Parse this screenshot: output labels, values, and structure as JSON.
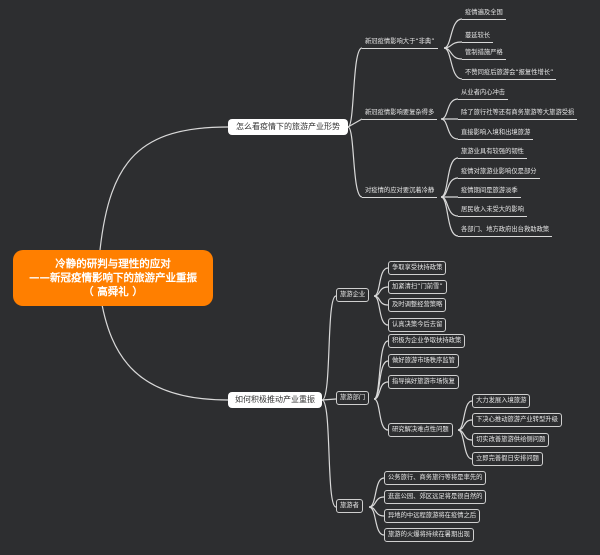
{
  "root": {
    "line1": "冷静的研判与理性的应对",
    "line2": "——新冠疫情影响下的旅游产业重振",
    "line3": "（ 高舜礼 ）",
    "color": "#ff7f00"
  },
  "branch1": {
    "title": "怎么看疫情下的旅游产业形势",
    "groups": [
      {
        "label": "新冠疫情影响大于“非典”",
        "items": [
          "疫情遍及全国",
          "蔓延较长",
          "管制措施严格",
          "不赞同疫后旅游会“报复性增长”"
        ]
      },
      {
        "label": "新冠疫情影响要复杂得多",
        "items": [
          "从业者内心冲击",
          "除了旅行社等还有商务旅游等大旅游受损",
          "直接影响入境和出境旅游"
        ]
      },
      {
        "label": "对疫情的应对要沉着冷静",
        "items": [
          "旅游业具有较强的韧性",
          "疫情对旅游业影响仅是部分",
          "疫情期间是旅游淡季",
          "居民收入未受大的影响",
          "各部门、地方政府出台救助政策"
        ]
      }
    ]
  },
  "branch2": {
    "title": "如何积极推动产业重振",
    "groups": [
      {
        "label": "旅游企业",
        "items": [
          "争取享受扶持政策",
          "加紧清扫“门前雪”",
          "及时调整经营策略",
          "认真决策今后去留"
        ]
      },
      {
        "label": "旅游部门",
        "items": [
          "积极为企业争取扶持政策",
          "做好旅游市场秩序监管",
          "指导搞好旅游市场恢复"
        ],
        "sub": {
          "label": "研究解决难点性问题",
          "items": [
            "大力发展入境旅游",
            "下决心推动旅游产业转型升级",
            "切实改善旅游供给侧问题",
            "立即完善假日安排问题"
          ]
        }
      },
      {
        "label": "旅游者",
        "items": [
          "公务旅行、商务旅行等将是率先的",
          "逛逛公园、郊区远足将是很自然的",
          "异地的中远程旅游将在疫情之后",
          "旅游的火爆将持续在暑期出现"
        ]
      }
    ]
  }
}
